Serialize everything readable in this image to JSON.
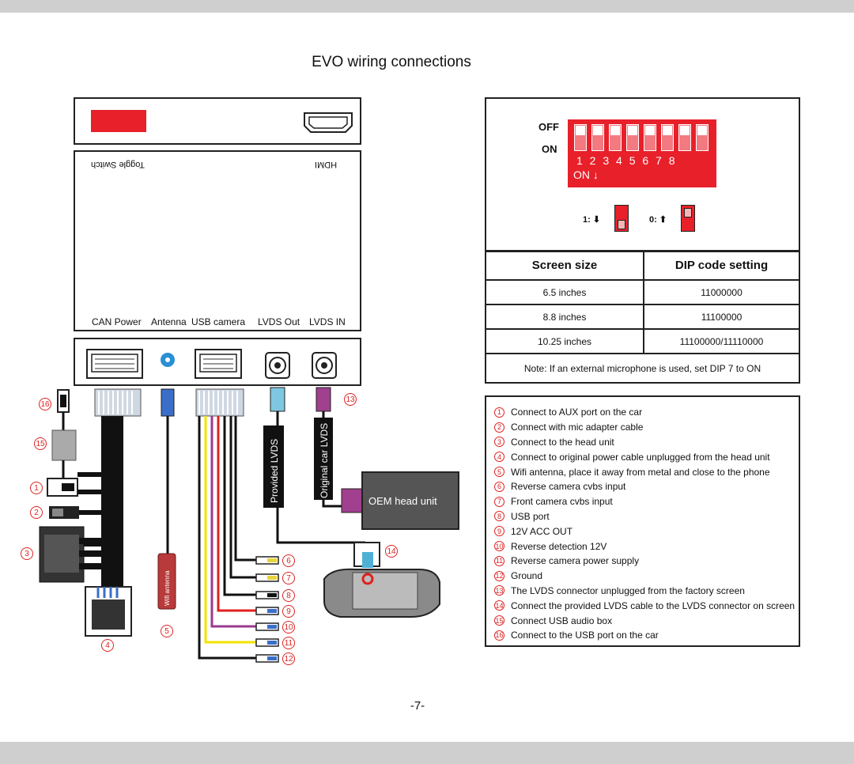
{
  "title": "EVO wiring connections",
  "module": {
    "toggle_switch": "Toggle Switch",
    "hdmi": "HDMI",
    "ports": [
      "CAN Power",
      "Antenna",
      "USB camera",
      "LVDS Out",
      "LVDS IN"
    ],
    "wires": {
      "provided_lvds": "Provided LVDS",
      "original_car_lvds": "Original car LVDS",
      "oem_head_unit": "OEM head unit",
      "wifi_antenna": "Wifi antenna"
    }
  },
  "dip": {
    "off": "OFF",
    "on": "ON",
    "numbers": "1 2 3 4 5 6 7 8",
    "on_mark": "ON",
    "one": "1:",
    "zero": "0:"
  },
  "table": {
    "headers": [
      "Screen size",
      "DIP code setting"
    ],
    "rows": [
      [
        "6.5 inches",
        "11000000"
      ],
      [
        "8.8 inches",
        "11100000"
      ],
      [
        "10.25 inches",
        "11100000/11110000"
      ]
    ],
    "note": "Note: If an external microphone is used, set DIP 7 to ON"
  },
  "legend": [
    {
      "num": "1",
      "text": "Connect to AUX port on the car"
    },
    {
      "num": "2",
      "text": "Connect with mic adapter cable"
    },
    {
      "num": "3",
      "text": "Connect to the head unit"
    },
    {
      "num": "4",
      "text": "Connect to original power cable unplugged from the head unit"
    },
    {
      "num": "5",
      "text": "Wifi antenna, place it away from metal and close to the phone"
    },
    {
      "num": "6",
      "text": "Reverse camera cvbs input"
    },
    {
      "num": "7",
      "text": "Front camera cvbs input"
    },
    {
      "num": "8",
      "text": "USB port"
    },
    {
      "num": "9",
      "text": "12V ACC OUT"
    },
    {
      "num": "10",
      "text": "Reverse detection 12V"
    },
    {
      "num": "11",
      "text": "Reverse camera power supply"
    },
    {
      "num": "12",
      "text": "Ground"
    },
    {
      "num": "13",
      "text": "The LVDS connector unplugged from the factory screen"
    },
    {
      "num": "14",
      "text": "Connect the provided LVDS cable to the LVDS connector on screen"
    },
    {
      "num": "15",
      "text": "Connect USB audio box"
    },
    {
      "num": "16",
      "text": "Connect to the USB port on the car"
    }
  ],
  "callouts": [
    "1",
    "2",
    "3",
    "4",
    "5",
    "6",
    "7",
    "8",
    "9",
    "10",
    "11",
    "12",
    "13",
    "14",
    "15",
    "16"
  ],
  "page_number": "-7-",
  "colors": {
    "dip_red": "#e8202a",
    "callout_red": "#d22222",
    "cable_yellow": "#f2e200",
    "cable_red": "#e0201c",
    "cable_purple": "#9b3a8e"
  }
}
